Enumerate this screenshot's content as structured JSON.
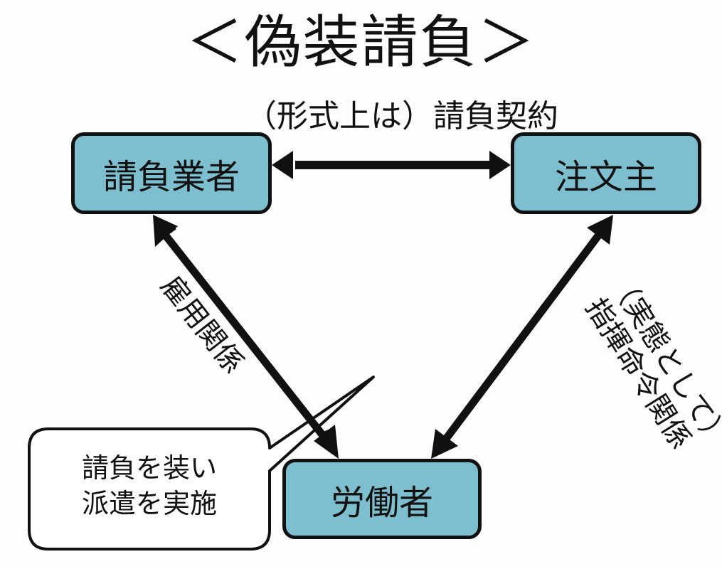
{
  "title": "＜偽装請負＞",
  "colors": {
    "node_fill": "#7ebfcf",
    "stroke": "#111111",
    "callout_fill": "#ffffff"
  },
  "nodes": {
    "contractor": "請負業者",
    "client": "注文主",
    "worker": "労働者"
  },
  "edges": {
    "contractor_client": {
      "label": "（形式上は）請負契約",
      "direction": "bidirectional"
    },
    "contractor_worker": {
      "label": "雇用関係",
      "direction": "bidirectional"
    },
    "client_worker": {
      "label_line1": "（実態として）",
      "label_line2": "指揮命令関係",
      "direction": "bidirectional"
    }
  },
  "callout": {
    "line1": "請負を装い",
    "line2": "派遣を実施"
  }
}
